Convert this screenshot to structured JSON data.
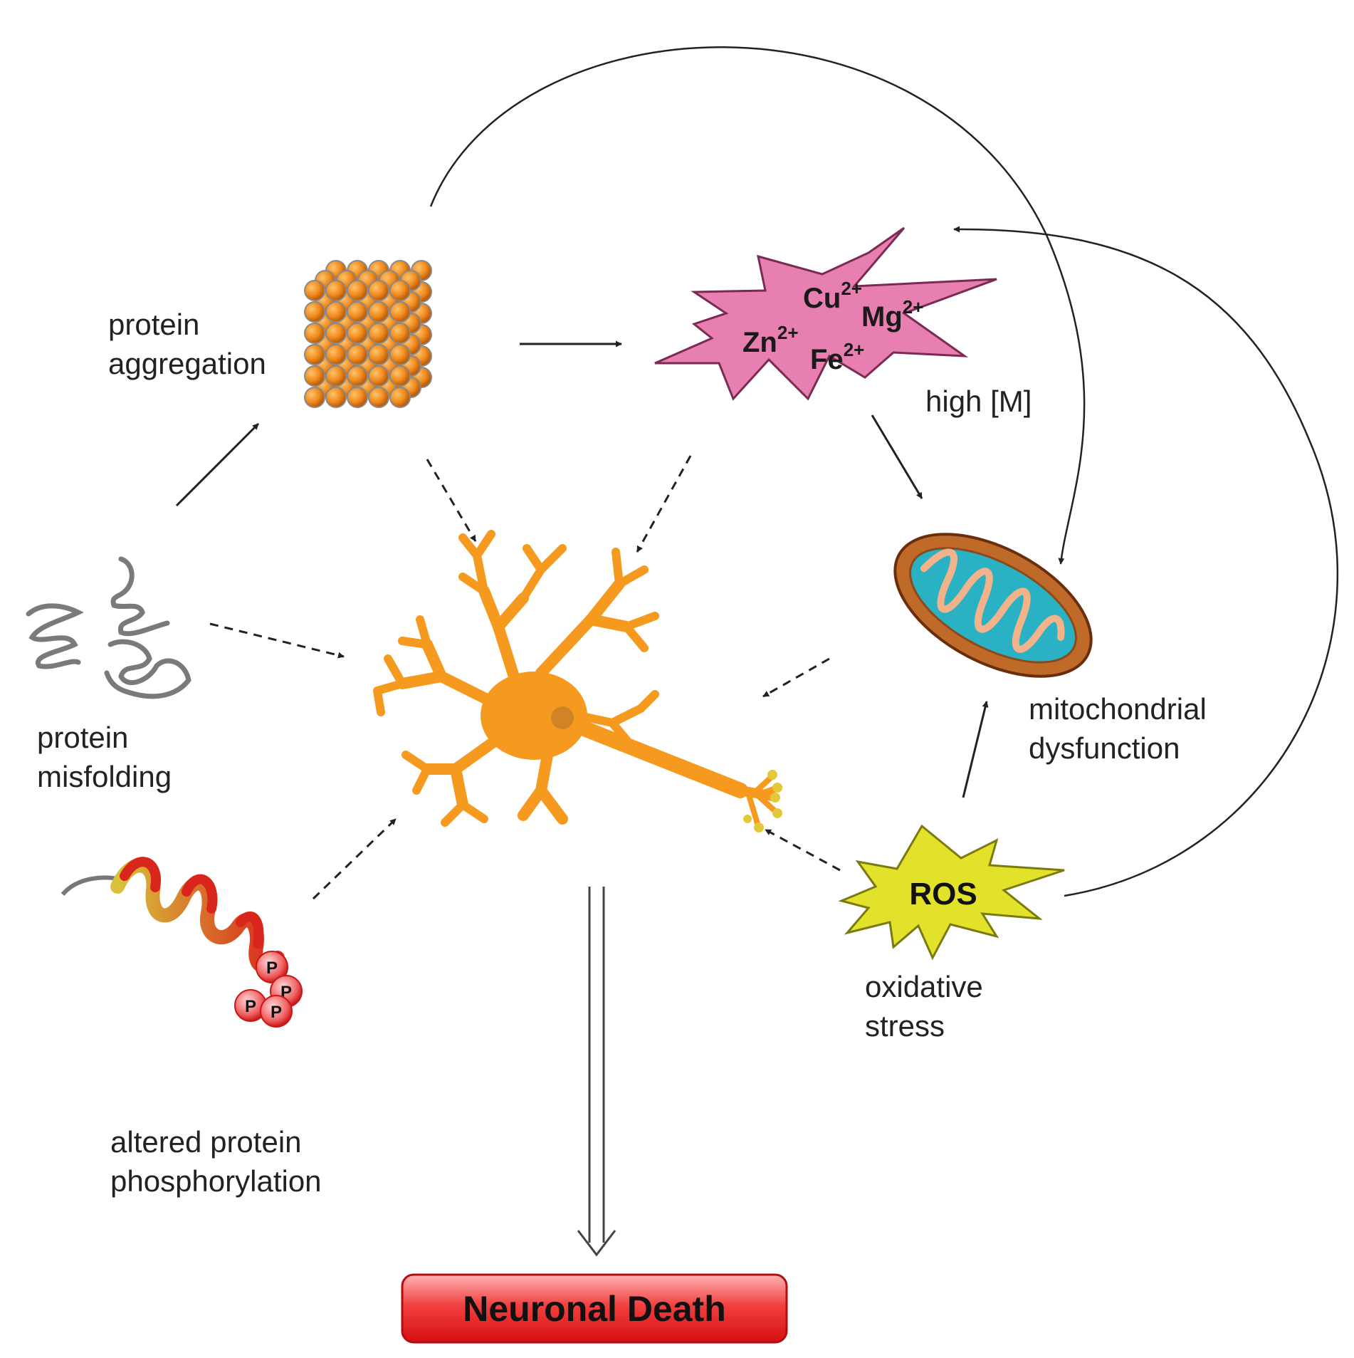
{
  "labels": {
    "protein_aggregation": [
      "protein",
      "aggregation"
    ],
    "protein_misfolding": [
      "protein",
      "misfolding"
    ],
    "altered_phosphorylation": [
      "altered protein",
      "phosphorylation"
    ],
    "high_metal": "high [M]",
    "mitochondrial_dysfunction": [
      "mitochondrial",
      "dysfunction"
    ],
    "oxidative_stress": [
      "oxidative",
      "stress"
    ],
    "ros": "ROS",
    "neuronal_death": "Neuronal Death",
    "phospho_marker": "P"
  },
  "metal_ions": [
    {
      "symbol": "Cu",
      "charge": "2+"
    },
    {
      "symbol": "Mg",
      "charge": "2+"
    },
    {
      "symbol": "Zn",
      "charge": "2+"
    },
    {
      "symbol": "Fe",
      "charge": "2+"
    }
  ],
  "colors": {
    "metal_burst": "#e77fb0",
    "ros_burst": "#e3e22a",
    "aggregate_sphere": "#f08a1c",
    "neuron": "#f59a1e",
    "mitochondria_outer": "#b8541f",
    "mitochondria_inner": "#2bb1c4",
    "helix_red": "#d9261c",
    "helix_yellow": "#d8c23a",
    "death_box": "#ea1f1f"
  }
}
